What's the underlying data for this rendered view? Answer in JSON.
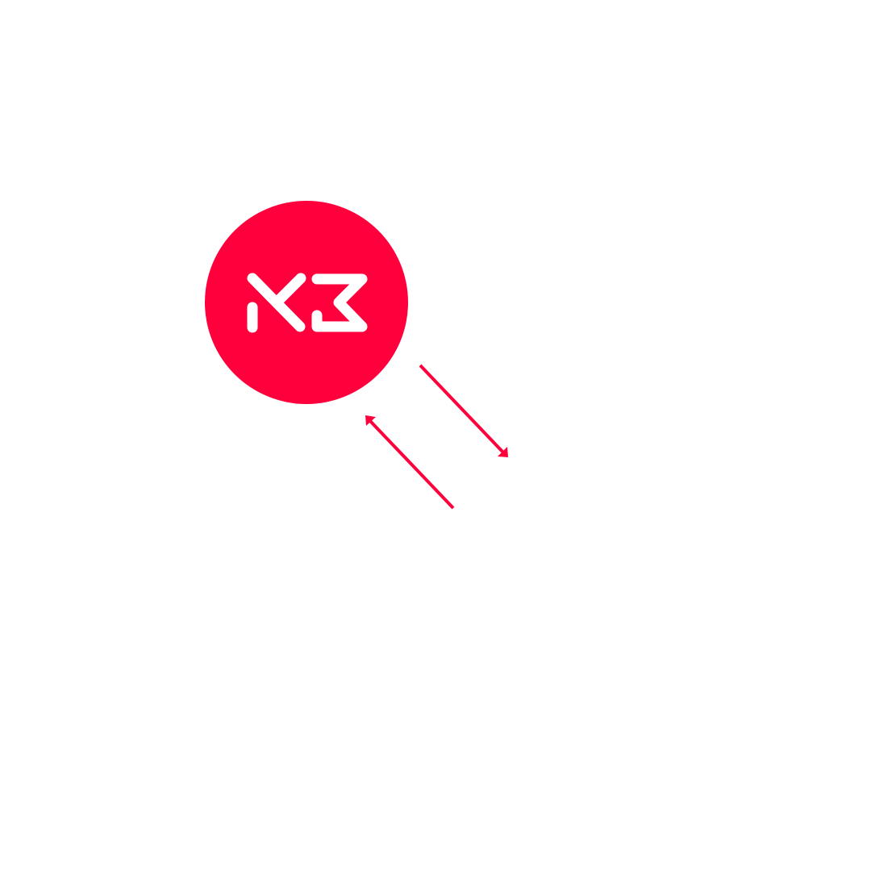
{
  "logo": {
    "name": "kz-monogram-logo",
    "text": "KZ",
    "background_color": "#FF003C",
    "glyph_color": "#FFFFFF"
  },
  "arrows": {
    "color": "#FF003C",
    "items": [
      {
        "name": "arrow-down-right-icon",
        "direction": "down-right"
      },
      {
        "name": "arrow-up-left-icon",
        "direction": "up-left"
      }
    ]
  }
}
